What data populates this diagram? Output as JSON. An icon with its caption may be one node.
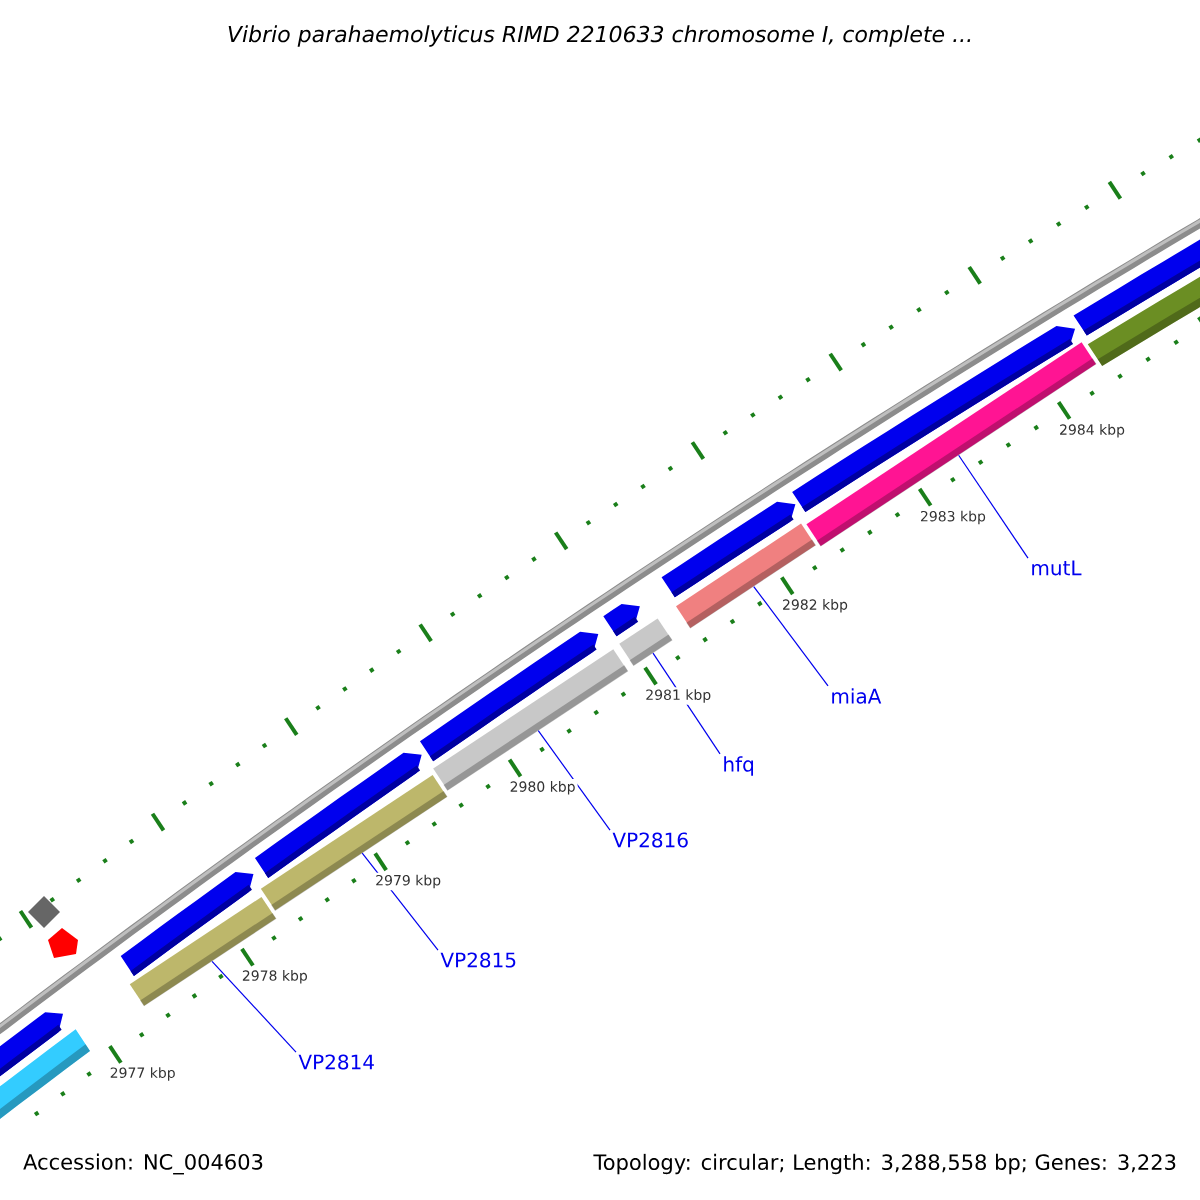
{
  "diagram": {
    "title": "Vibrio parahaemolyticus RIMD 2210633 chromosome I, complete ...",
    "nodes": [
      {
        "text": [
          "VP2814"
        ]
      },
      {
        "text": [
          "VP2815"
        ]
      },
      {
        "text": [
          "VP2816"
        ]
      },
      {
        "text": [
          "hfq"
        ]
      },
      {
        "text": [
          "miaA"
        ]
      },
      {
        "text": [
          "mutL"
        ]
      },
      {
        "text": [],
        "shape": "bar"
      },
      {
        "text": [],
        "shape": "bar"
      },
      {
        "text": [],
        "shape": "bar"
      },
      {
        "text": [],
        "shape": "bar"
      },
      {
        "text": [],
        "shape": "bar"
      },
      {
        "text": [],
        "shape": "bar"
      }
    ],
    "edges": [
      {
        "from": 0,
        "to": 6,
        "arrow": "none"
      },
      {
        "from": 1,
        "to": 7,
        "arrow": "none"
      },
      {
        "from": 2,
        "to": 8,
        "arrow": "none"
      },
      {
        "from": 3,
        "to": 9,
        "arrow": "none"
      },
      {
        "from": 4,
        "to": 10,
        "arrow": "none"
      },
      {
        "from": 5,
        "to": 11,
        "arrow": "none"
      }
    ],
    "labels": [
      "2984 kbp",
      "2983 kbp",
      "2982 kbp",
      "2981 kbp",
      "2980 kbp",
      "2979 kbp",
      "2978 kbp",
      "2977 kbp",
      "Accession: NC_004603",
      "Topology: circular; Length: 3,288,558 bp; Genes: 3,223"
    ]
  }
}
